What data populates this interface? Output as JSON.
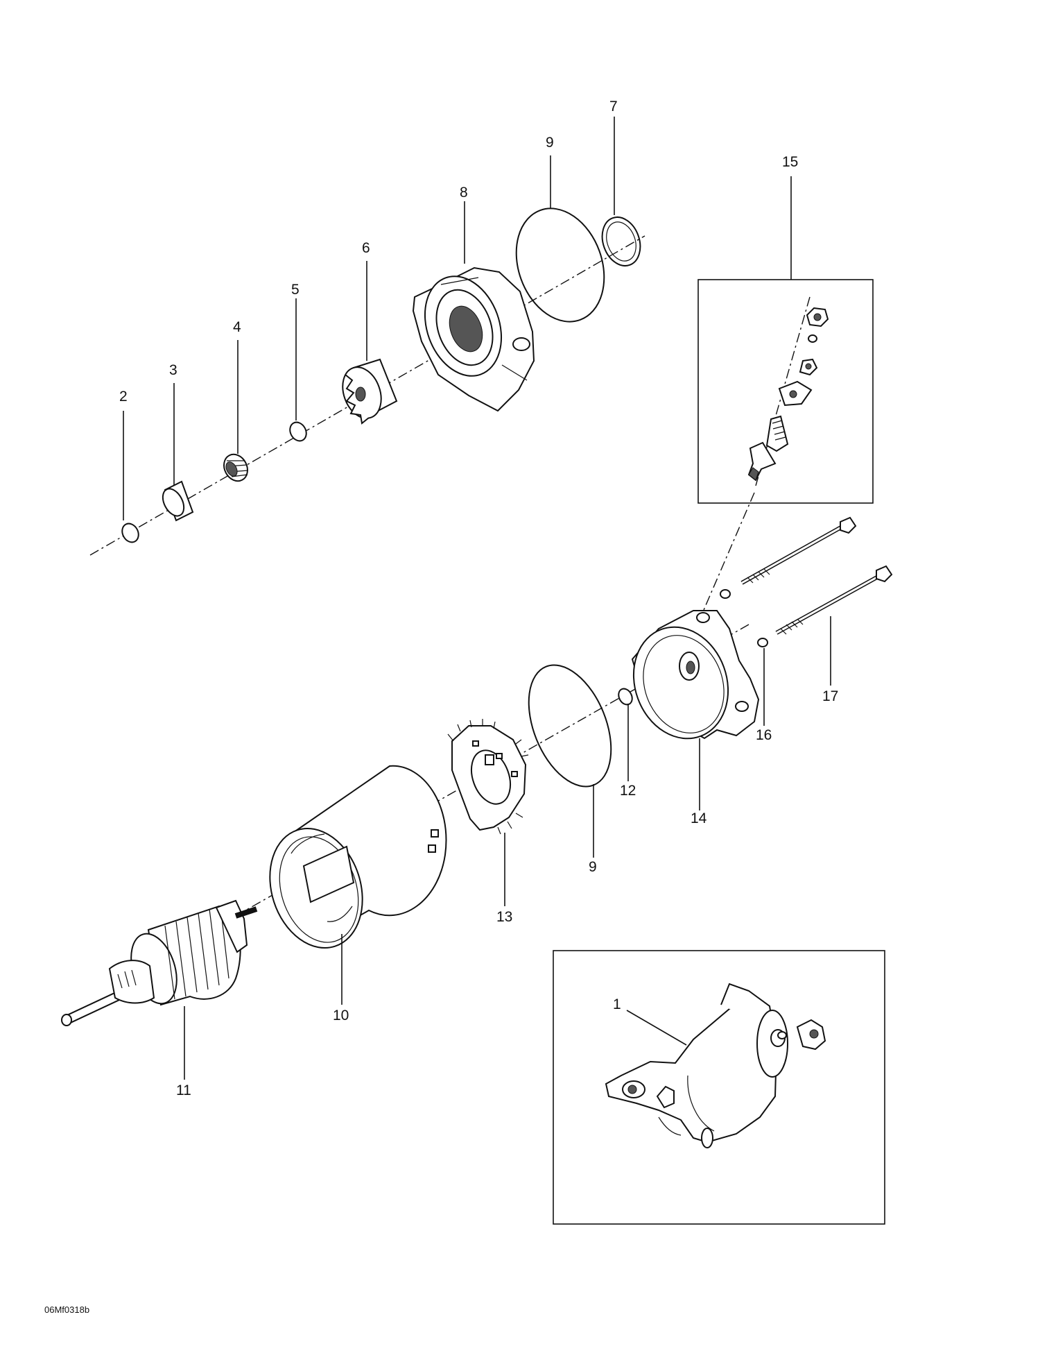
{
  "labels": {
    "l1": "1",
    "l2": "2",
    "l3": "3",
    "l4": "4",
    "l5": "5",
    "l6": "6",
    "l7": "7",
    "l8": "8",
    "l9a": "9",
    "l9b": "9",
    "l10": "10",
    "l11": "11",
    "l12": "12",
    "l13": "13",
    "l14": "14",
    "l15": "15",
    "l16": "16",
    "l17": "17"
  },
  "drawing_code": "06Mf0318b"
}
